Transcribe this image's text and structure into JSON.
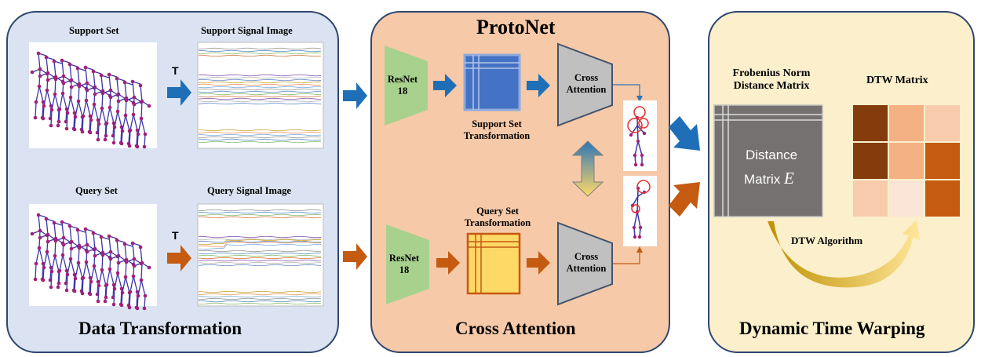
{
  "panels": {
    "data_transformation": {
      "title": "Data Transformation",
      "support_set": "Support Set",
      "support_signal_image": "Support Signal Image",
      "query_set": "Query Set",
      "query_signal_image": "Query Signal Image",
      "transform_symbol": "T"
    },
    "protonet": {
      "header": "ProtoNet",
      "title": "Cross Attention",
      "resnet_line1": "ResNet",
      "resnet_line2": "18",
      "support_transformation_line1": "Support Set",
      "support_transformation_line2": "Transformation",
      "query_transformation_line1": "Query Set",
      "query_transformation_line2": "Transformation",
      "cross_line1": "Cross",
      "cross_line2": "Attention"
    },
    "dtw": {
      "title": "Dynamic Time Warping",
      "frobenius_line1": "Frobenius Norm",
      "frobenius_line2": "Distance Matrix",
      "dtw_matrix": "DTW Matrix",
      "distance_line1": "Distance",
      "distance_line2": "Matrix",
      "distance_symbol": "E",
      "dtw_algorithm": "DTW Algorithm"
    }
  },
  "colors": {
    "support_accent": "#1f6fb8",
    "query_accent": "#c55a11",
    "resnet_green": "#a9d18e",
    "support_matrix": "#4472c4",
    "query_matrix": "#ffd966",
    "encoder_gray": "#c0c0c0",
    "distance_gray": "#767171"
  },
  "dtw_matrix_cells": [
    [
      "#843c0c",
      "#f4b183",
      "#f8cbad"
    ],
    [
      "#843c0c",
      "#f4b183",
      "#c55a11"
    ],
    [
      "#f8cbad",
      "#fbe5d6",
      "#c55a11"
    ]
  ]
}
